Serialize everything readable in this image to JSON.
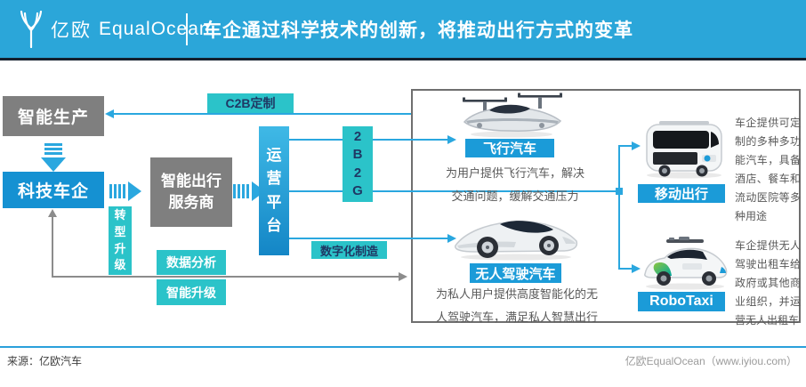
{
  "header": {
    "logo_cn": "亿欧",
    "logo_en": "EqualOcean",
    "title": "车企通过科学技术的创新，将推动出行方式的变革"
  },
  "flow": {
    "smart_production": "智能生产",
    "tech_car_company": "科技车企",
    "mobility_provider_lines": [
      "智能出行",
      "服务商"
    ],
    "operation_platform": "运营平台",
    "c2b_custom": "C2B定制",
    "b2g": "2B2G",
    "digital_manufacturing": "数字化制造",
    "transformation_upgrade": "转型升级",
    "data_analysis": "数据分析",
    "intelligent_upgrade": "智能升级"
  },
  "showcase": {
    "flying_car": {
      "label": "飞行汽车",
      "caption_lines": [
        "为用户提供飞行汽车，解决",
        "交通问题，缓解交通压力"
      ]
    },
    "driverless_car": {
      "label": "无人驾驶汽车",
      "caption_lines": [
        "为私人用户提供高度智能化的无",
        "人驾驶汽车，满足私人智慧出行"
      ]
    },
    "mobility_shuttle": {
      "label": "移动出行",
      "caption": "车企提供可定制的多种多功能汽车，具备酒店、餐车和流动医院等多种用途"
    },
    "robotaxi": {
      "label": "RoboTaxi",
      "caption": "车企提供无人驾驶出租车给政府或其他商业组织，并运营无人出租车"
    }
  },
  "footer": {
    "source": "来源：亿欧汽车",
    "credit": "亿欧EqualOcean（www.iyiou.com）"
  },
  "colors": {
    "header_blue": "#2BA6D9",
    "accent_blue": "#1591D2",
    "label_blue": "#1B9BD8",
    "teal": "#2BC3C9",
    "navy_text": "#1F3864",
    "gray_box": "#7F7F7F",
    "line_blue": "#2AA7DF",
    "line_gray": "#8C8C8C"
  }
}
